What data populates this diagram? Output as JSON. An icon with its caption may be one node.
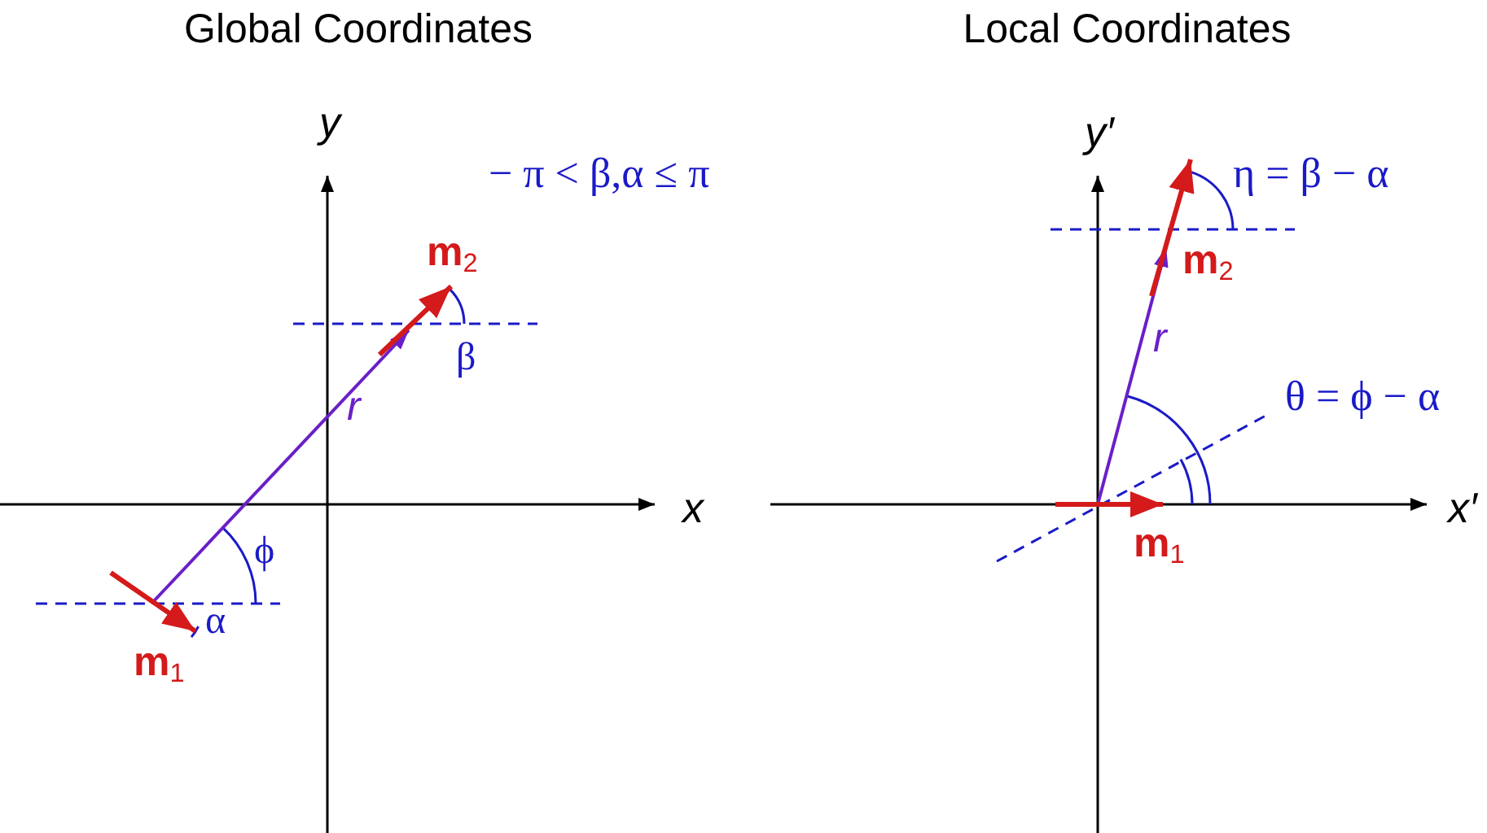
{
  "diagram": {
    "labels": [
      "Global Coordinates",
      "Local Coordinates",
      "y",
      "− π < β,α ≤ π",
      "m$_{2}$",
      "β",
      "r",
      "x",
      "ϕ",
      "α",
      "m$_{1}$",
      "y′",
      "η = β − α",
      "m$_{2}$",
      "r",
      "θ = ϕ − α",
      "x′",
      "m$_{1}$"
    ]
  }
}
